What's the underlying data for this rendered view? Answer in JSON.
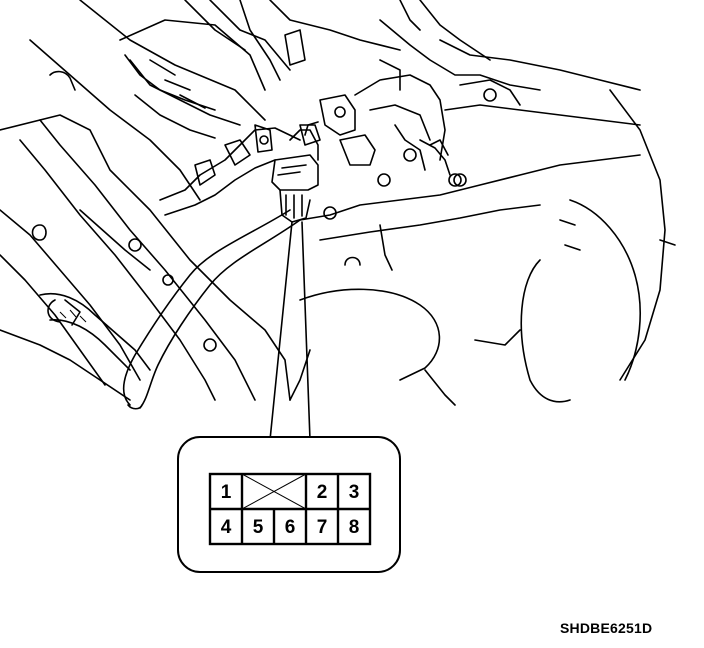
{
  "figure_code": "SHDBE6251D",
  "connector": {
    "top_row": [
      "1",
      "",
      "2",
      "3"
    ],
    "bottom_row": [
      "4",
      "5",
      "6",
      "7",
      "8"
    ]
  }
}
